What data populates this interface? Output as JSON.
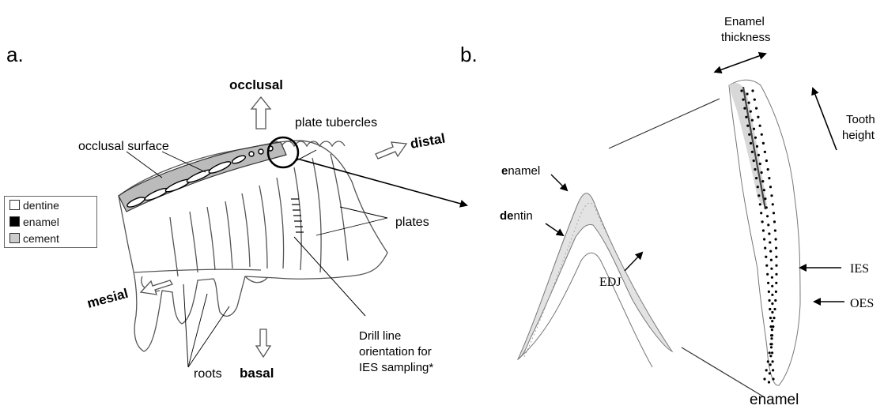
{
  "panel_a": {
    "label": "a.",
    "directions": {
      "occlusal": "occlusal",
      "distal": "distal",
      "mesial": "mesial",
      "basal": "basal"
    },
    "labels": {
      "occlusal_surface": "occlusal surface",
      "plate_tubercles": "plate tubercles",
      "plates": "plates",
      "roots": "roots",
      "drill_line_1": "Drill line",
      "drill_line_2": "orientation for",
      "drill_line_3": "IES sampling*"
    },
    "legend": [
      {
        "label": "dentine",
        "color": "#ffffff"
      },
      {
        "label": "enamel",
        "color": "#000000"
      },
      {
        "label": "cement",
        "color": "#cccccc"
      }
    ]
  },
  "panel_b": {
    "label": "b.",
    "labels": {
      "enamel_thickness_1": "Enamel",
      "enamel_thickness_2": "thickness",
      "tooth_height_1": "Tooth",
      "tooth_height_2": "height",
      "enamel_left_bold": "e",
      "enamel_left_rest": "namel",
      "dentin_bold": "de",
      "dentin_rest": "ntin",
      "edj": "EDJ",
      "ies": "IES",
      "oes": "OES",
      "enamel_bottom": "enamel"
    }
  }
}
